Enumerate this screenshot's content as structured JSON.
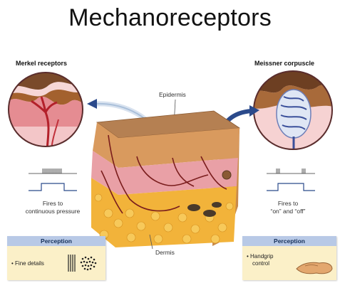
{
  "title": "Mechanoreceptors",
  "left": {
    "heading": "Merkel receptors",
    "caption_line1": "Fires to",
    "caption_line2": "continuous pressure",
    "perception_header": "Perception",
    "perception_item": "• Fine details"
  },
  "right": {
    "heading": "Meissner corpuscle",
    "caption_line1": "Fires to",
    "caption_line2": "“on” and “off”",
    "perception_header": "Perception",
    "perception_item_line1": "• Handgrip",
    "perception_item_line2": "control"
  },
  "labels": {
    "epidermis": "Epidermis",
    "dermis": "Dermis"
  },
  "colors": {
    "epidermis_pink": "#e9a3a6",
    "dermis_yellow": "#f2b33a",
    "panel_header_blue": "#b8c9e6",
    "panel_body_cream": "#fbf0c8",
    "arrow_blue": "#2b4a8b"
  }
}
